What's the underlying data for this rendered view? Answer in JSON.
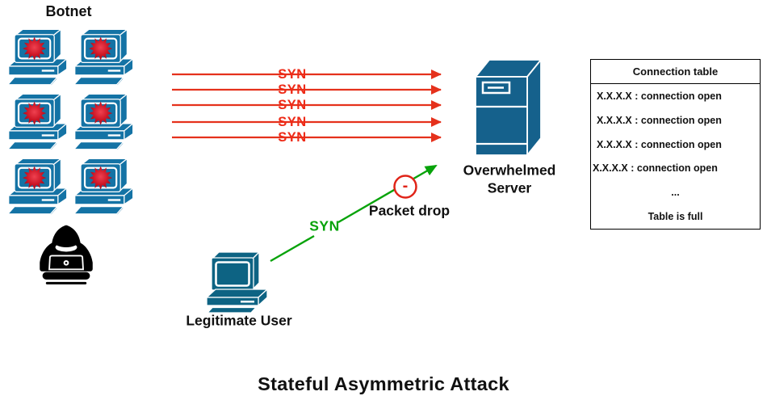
{
  "title": "Stateful Asymmetric Attack",
  "botnet": {
    "label": "Botnet",
    "bot_count": 6
  },
  "attack": {
    "syn_label": "SYN",
    "arrow_count": 5
  },
  "server": {
    "label": "Overwhelmed Server"
  },
  "connection_table": {
    "header": "Connection table",
    "rows": [
      "X.X.X.X : connection open",
      "X.X.X.X : connection open",
      "X.X.X.X : connection open",
      "X.X.X.X : connection open"
    ],
    "ellipsis": "...",
    "footer": "Table is full"
  },
  "legitimate": {
    "label": "Legitimate User",
    "syn_label": "SYN",
    "drop_symbol": "-",
    "drop_label": "Packet drop"
  },
  "icons": {
    "bot_computer": "infected-computer-icon",
    "virus": "virus-icon",
    "hacker": "hacker-icon",
    "server": "server-icon",
    "user_computer": "desktop-computer-icon",
    "attack_arrow": "red-syn-arrow-icon",
    "legit_arrow": "green-syn-arrow-icon",
    "packet_drop": "minus-circle-icon"
  },
  "colors": {
    "computer_teal": "#1473a5",
    "server_teal": "#15618c",
    "user_teal": "#0d6383",
    "arrow_red": "#e5311c",
    "syn_red": "#ee2a17",
    "green": "#07a30a",
    "drop_red": "#e02418",
    "virus_red": "#c01326",
    "text": "#111111"
  }
}
